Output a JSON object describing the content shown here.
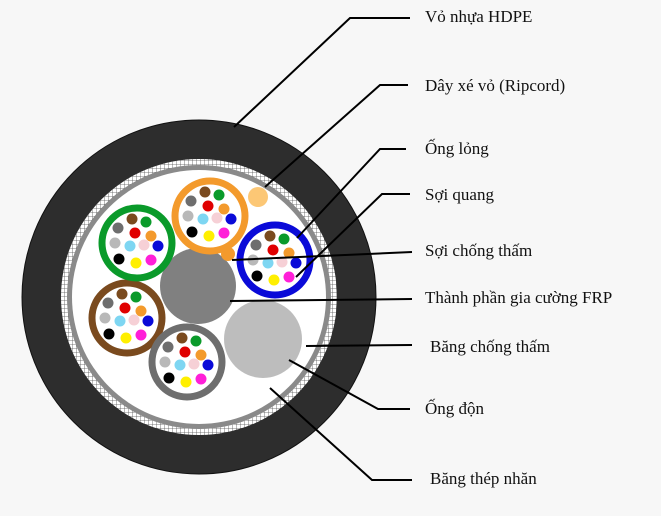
{
  "title": "Cable cross-section diagram",
  "labels": [
    {
      "id": "hdpe-sheath",
      "text": "Vỏ nhựa HDPE"
    },
    {
      "id": "ripcord",
      "text": "Dây xé vỏ (Ripcord)"
    },
    {
      "id": "loose-tube",
      "text": "Ống lỏng"
    },
    {
      "id": "optical-fiber",
      "text": "Sợi quang"
    },
    {
      "id": "water-blocking-yarn",
      "text": "Sợi chống thấm"
    },
    {
      "id": "frp-strength-member",
      "text": "Thành phần gia cường FRP"
    },
    {
      "id": "water-blocking-tape",
      "text": "Băng chống thấm"
    },
    {
      "id": "filler-rod",
      "text": "Ống độn"
    },
    {
      "id": "corrugated-steel-tape",
      "text": "Băng thép nhăn"
    }
  ],
  "colors": {
    "sheath": "#2d2d2d",
    "armor": "#8a8a8a",
    "core_fill": "#ffffff",
    "frp": "#808080",
    "filler": "#bdbdbd",
    "ripcord": "#fcc775",
    "water_blocking_yarn": "#f39a2c",
    "tube_colors": [
      "#f39a2c",
      "#0a0ad8",
      "#7a4a1e",
      "#6e6e6e",
      "#0a9a2a"
    ],
    "fiber_colors": [
      "#7a4a1e",
      "#0a9a2a",
      "#6e6e6e",
      "#e00000",
      "#f39a2c",
      "#b8b8b8",
      "#7ed6f2",
      "#f6d0d6",
      "#0a0ad8",
      "#000000",
      "#ffef00",
      "#ff1fd8"
    ]
  }
}
